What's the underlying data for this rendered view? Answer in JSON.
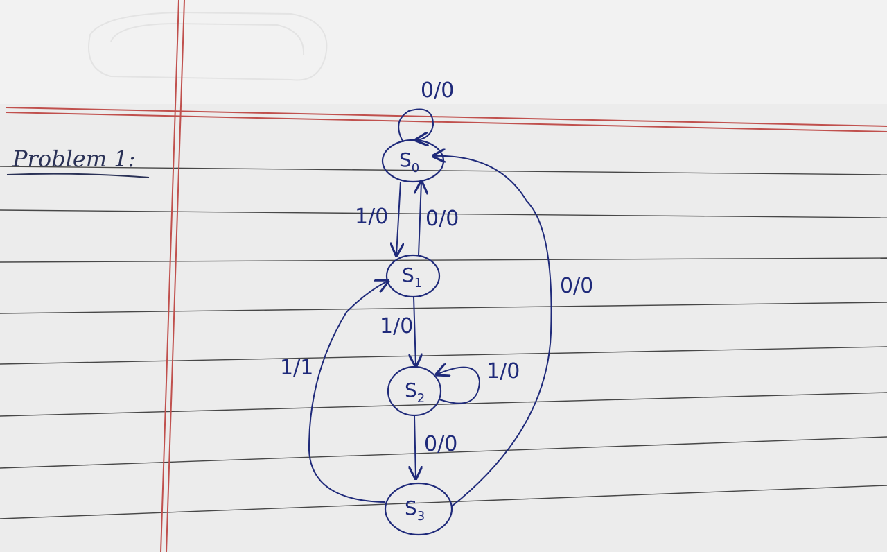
{
  "heading": "Problem 1:",
  "states": [
    {
      "id": "S0",
      "label": "S",
      "sub": "0"
    },
    {
      "id": "S1",
      "label": "S",
      "sub": "1"
    },
    {
      "id": "S2",
      "label": "S",
      "sub": "2"
    },
    {
      "id": "S3",
      "label": "S",
      "sub": "3"
    }
  ],
  "transitions": [
    {
      "from": "S0",
      "to": "S0",
      "label": "0/0"
    },
    {
      "from": "S0",
      "to": "S1",
      "label": "1/0"
    },
    {
      "from": "S1",
      "to": "S0",
      "label": "0/0"
    },
    {
      "from": "S1",
      "to": "S2",
      "label": "1/0"
    },
    {
      "from": "S2",
      "to": "S2",
      "label": "1/0"
    },
    {
      "from": "S2",
      "to": "S3",
      "label": "0/0"
    },
    {
      "from": "S3",
      "to": "S1",
      "label": "1/1"
    },
    {
      "from": "S3",
      "to": "S0",
      "label": "0/0"
    }
  ],
  "colors": {
    "ink": "#1f2a7a",
    "paper": "#ececec",
    "ruled_line": "#2b2b2b",
    "margin_line": "#c0504d"
  }
}
